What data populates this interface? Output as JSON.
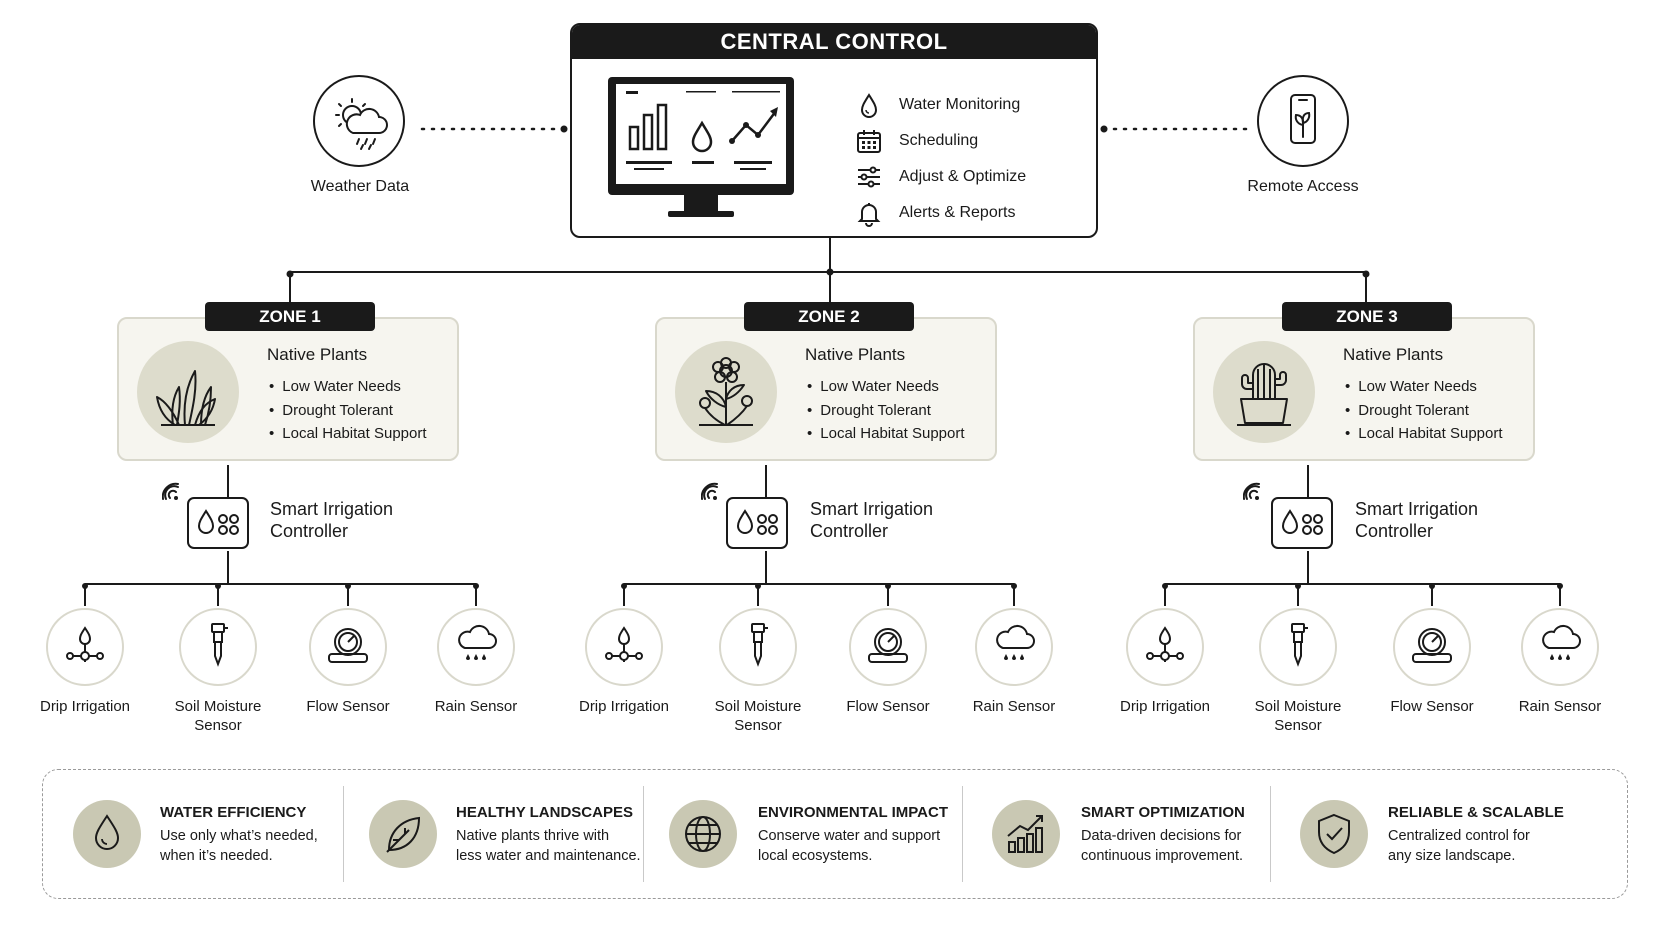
{
  "central": {
    "title": "CENTRAL CONTROL",
    "features": [
      {
        "label": "Water Monitoring",
        "icon": "water-drop-icon"
      },
      {
        "label": "Scheduling",
        "icon": "calendar-icon"
      },
      {
        "label": "Adjust & Optimize",
        "icon": "sliders-icon"
      },
      {
        "label": "Alerts & Reports",
        "icon": "bell-icon"
      }
    ]
  },
  "weather": {
    "label": "Weather Data",
    "icon": "cloud-sun-rain-icon"
  },
  "remote": {
    "label": "Remote Access",
    "icon": "smartphone-plant-icon"
  },
  "zones": [
    {
      "tag": "ZONE 1",
      "plant_title": "Native Plants",
      "traits": [
        "Low Water Needs",
        "Drought Tolerant",
        "Local Habitat Support"
      ],
      "plant_icon": "grass-icon",
      "controller": {
        "line1": "Smart Irrigation",
        "line2": "Controller"
      }
    },
    {
      "tag": "ZONE 2",
      "plant_title": "Native Plants",
      "traits": [
        "Low Water Needs",
        "Drought Tolerant",
        "Local Habitat Support"
      ],
      "plant_icon": "flower-icon",
      "controller": {
        "line1": "Smart Irrigation",
        "line2": "Controller"
      }
    },
    {
      "tag": "ZONE 3",
      "plant_title": "Native Plants",
      "traits": [
        "Low Water Needs",
        "Drought Tolerant",
        "Local Habitat Support"
      ],
      "plant_icon": "cactus-icon",
      "controller": {
        "line1": "Smart Irrigation",
        "line2": "Controller"
      }
    }
  ],
  "devices": [
    {
      "line1": "Drip Irrigation",
      "line2": "",
      "icon": "drip-emitter-icon"
    },
    {
      "line1": "Soil Moisture",
      "line2": "Sensor",
      "icon": "soil-probe-icon"
    },
    {
      "line1": "Flow Sensor",
      "line2": "",
      "icon": "flow-gauge-icon"
    },
    {
      "line1": "Rain Sensor",
      "line2": "",
      "icon": "rain-cloud-icon"
    }
  ],
  "benefits": [
    {
      "title": "WATER EFFICIENCY",
      "desc1": "Use only what’s needed,",
      "desc2": "when it’s needed.",
      "icon": "water-drop-icon"
    },
    {
      "title": "HEALTHY LANDSCAPES",
      "desc1": "Native plants thrive with",
      "desc2": "less water and maintenance.",
      "icon": "leaf-icon"
    },
    {
      "title": "ENVIRONMENTAL IMPACT",
      "desc1": "Conserve water and support",
      "desc2": "local ecosystems.",
      "icon": "globe-icon"
    },
    {
      "title": "SMART OPTIMIZATION",
      "desc1": "Data-driven decisions for",
      "desc2": "continuous improvement.",
      "icon": "growth-chart-icon"
    },
    {
      "title": "RELIABLE & SCALABLE",
      "desc1": "Centralized control for",
      "desc2": "any size landscape.",
      "icon": "shield-check-icon"
    }
  ]
}
